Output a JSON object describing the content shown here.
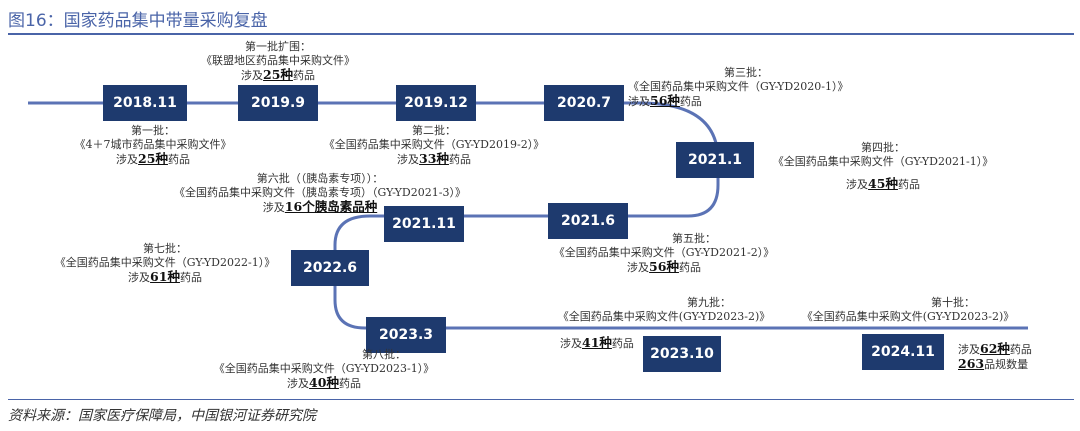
{
  "title": "图16：国家药品集中带量采购复盘",
  "source": "资料来源：国家医疗保障局，中国银河证券研究院",
  "colors": {
    "accent": "#4a64a8",
    "node": "#1e3a6e"
  },
  "nodes": [
    "2018.11",
    "2019.9",
    "2019.12",
    "2020.7",
    "2021.1",
    "2021.6",
    "2021.11",
    "2022.6",
    "2023.3",
    "2023.10",
    "2024.11"
  ],
  "annotations": {
    "a1": {
      "l1": "第一批：",
      "l2": "《4＋7城市药品集中采购文件》",
      "pre": "涉及",
      "num": "25种",
      "post": "药品"
    },
    "a2": {
      "l1": "第一批扩围：",
      "l2": "《联盟地区药品集中采购文件》",
      "pre": "涉及",
      "num": "25种",
      "post": "药品"
    },
    "a3": {
      "l1": "第二批：",
      "l2": "《全国药品集中采购文件（GY-YD2019-2）》",
      "pre": "涉及",
      "num": "33种",
      "post": "药品"
    },
    "a4": {
      "l1": "第三批：",
      "l2": "《全国药品集中采购文件（GY-YD2020-1）》",
      "pre": "涉及",
      "num": "56种",
      "post": "药品"
    },
    "a5": {
      "l1": "第四批：",
      "l2": "《全国药品集中采购文件（GY-YD2021-1）》",
      "pre": "涉及",
      "num": "45种",
      "post": "药品"
    },
    "a6": {
      "l1": "第五批：",
      "l2": "《全国药品集中采购文件（GY-YD2021-2）》",
      "pre": "涉及",
      "num": "56种",
      "post": "药品"
    },
    "a7": {
      "l1": "第六批（（胰岛素专项））：",
      "l2": "《全国药品集中采购文件（胰岛素专项）（GY-YD2021-3）》",
      "pre": "涉及",
      "num": "16个胰岛素品种",
      "post": ""
    },
    "a8": {
      "l1": "第七批：",
      "l2": "《全国药品集中采购文件（GY-YD2022-1）》",
      "pre": "涉及",
      "num": "61种",
      "post": "药品"
    },
    "a9": {
      "l1": "第八批：",
      "l2": "《全国药品集中采购文件（GY-YD2023-1）》",
      "pre": "涉及",
      "num": "40种",
      "post": "药品"
    },
    "a10": {
      "l1": "第九批：",
      "l2": "《全国药品集中采购文件(GY-YD2023-2)》",
      "pre": "涉及",
      "num": "41种",
      "post": "药品"
    },
    "a11": {
      "l1": "第十批：",
      "l2": "《全国药品集中采购文件(GY-YD2023-2)》",
      "pre": "涉及",
      "num": "62种",
      "post": "药品",
      "num2": "263",
      "post2": "品规数量"
    }
  }
}
